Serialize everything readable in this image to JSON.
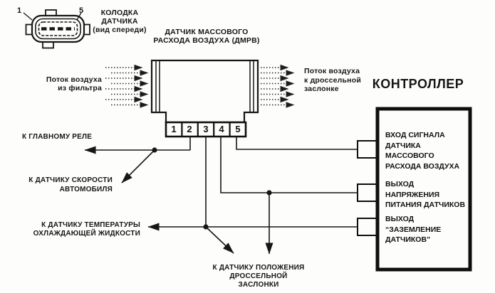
{
  "connector": {
    "title": "КОЛОДКА\nДАТЧИКА\n(вид спереди)",
    "pin_first": "1",
    "pin_last": "5"
  },
  "sensor": {
    "title": "ДАТЧИК МАССОВОГО\nРАСХОДА ВОЗДУХА (ДМРВ)",
    "pins": [
      "1",
      "2",
      "3",
      "4",
      "5"
    ]
  },
  "airflow": {
    "in_label": "Поток воздуха\nиз фильтра",
    "out_label": "Поток воздуха\nк дроссельной\nзаслонке"
  },
  "controller": {
    "title": "КОНТРОЛЛЕР",
    "ports": [
      {
        "label": "ВХОД СИГНАЛА\nДАТЧИКА\nМАССОВОГО\nРАСХОДА ВОЗДУХА"
      },
      {
        "label": "ВЫХОД НАПРЯЖЕНИЯ\nПИТАНИЯ ДАТЧИКОВ"
      },
      {
        "label": "ВЫХОД “ЗАЗЕМЛЕНИЕ\nДАТЧИКОВ”"
      }
    ]
  },
  "destinations": {
    "main_relay": "К ГЛАВНОМУ РЕЛЕ",
    "speed_sensor": "К ДАТЧИКУ СКОРОСТИ\nАВТОМОБИЛЯ",
    "coolant_temp_sensor": "К ДАТЧИКУ ТЕМПЕРАТУРЫ\nОХЛАЖДАЮЩЕЙ ЖИДКОСТИ",
    "throttle_position_sensor": "К ДАТЧИКУ ПОЛОЖЕНИЯ\nДРОССЕЛЬНОЙ ЗАСЛОНКИ"
  },
  "colors": {
    "ink": "#161616",
    "background": "#fdfdfb"
  }
}
